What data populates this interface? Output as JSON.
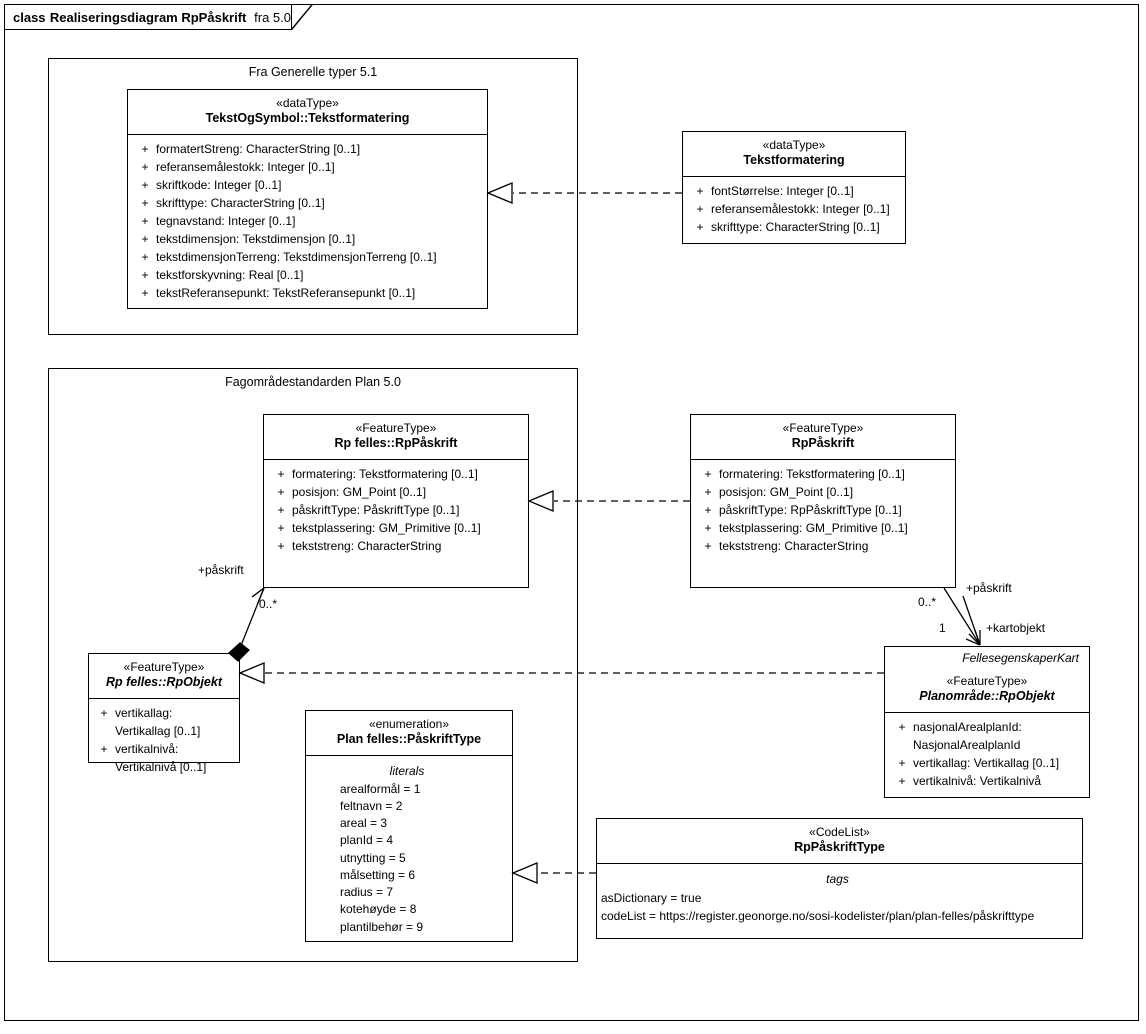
{
  "frame": {
    "prefix": "class",
    "title": "Realiseringsdiagram RpPåskrift",
    "version": "fra 5.0"
  },
  "packages": [
    {
      "name": "package-generelle-typer",
      "label": "Fra Generelle typer 5.1"
    },
    {
      "name": "package-fagomradestandarden",
      "label": "Fagområdestandarden Plan 5.0"
    }
  ],
  "classes": {
    "tekstogsymbol_tekstformatering": {
      "stereotype": "«dataType»",
      "name": "TekstOgSymbol::Tekstformatering",
      "attributes": [
        {
          "vis": "+",
          "text": "formatertStreng: CharacterString [0..1]"
        },
        {
          "vis": "+",
          "text": "referansemålestokk: Integer [0..1]"
        },
        {
          "vis": "+",
          "text": "skriftkode: Integer [0..1]"
        },
        {
          "vis": "+",
          "text": "skrifttype: CharacterString [0..1]"
        },
        {
          "vis": "+",
          "text": "tegnavstand: Integer [0..1]"
        },
        {
          "vis": "+",
          "text": "tekstdimensjon: Tekstdimensjon [0..1]"
        },
        {
          "vis": "+",
          "text": "tekstdimensjonTerreng: TekstdimensjonTerreng [0..1]"
        },
        {
          "vis": "+",
          "text": "tekstforskyvning: Real [0..1]"
        },
        {
          "vis": "+",
          "text": "tekstReferansepunkt: TekstReferansepunkt [0..1]"
        }
      ]
    },
    "tekstformatering": {
      "stereotype": "«dataType»",
      "name": "Tekstformatering",
      "attributes": [
        {
          "vis": "+",
          "text": "fontStørrelse: Integer [0..1]"
        },
        {
          "vis": "+",
          "text": "referansemålestokk: Integer [0..1]"
        },
        {
          "vis": "+",
          "text": "skrifttype: CharacterString [0..1]"
        }
      ]
    },
    "rp_felles_rppaskrift": {
      "stereotype": "«FeatureType»",
      "name": "Rp felles::RpPåskrift",
      "attributes": [
        {
          "vis": "+",
          "text": "formatering: Tekstformatering [0..1]"
        },
        {
          "vis": "+",
          "text": "posisjon: GM_Point [0..1]"
        },
        {
          "vis": "+",
          "text": "påskriftType: PåskriftType [0..1]"
        },
        {
          "vis": "+",
          "text": "tekstplassering: GM_Primitive [0..1]"
        },
        {
          "vis": "+",
          "text": "tekststreng: CharacterString"
        }
      ]
    },
    "rppaskrift": {
      "stereotype": "«FeatureType»",
      "name": "RpPåskrift",
      "attributes": [
        {
          "vis": "+",
          "text": "formatering: Tekstformatering [0..1]"
        },
        {
          "vis": "+",
          "text": "posisjon: GM_Point [0..1]"
        },
        {
          "vis": "+",
          "text": "påskriftType: RpPåskriftType [0..1]"
        },
        {
          "vis": "+",
          "text": "tekstplassering: GM_Primitive [0..1]"
        },
        {
          "vis": "+",
          "text": "tekststreng: CharacterString"
        }
      ]
    },
    "rp_felles_rpobjekt": {
      "stereotype": "«FeatureType»",
      "name": "Rp felles::RpObjekt",
      "attributes": [
        {
          "vis": "+",
          "text": "vertikallag:"
        },
        {
          "vis": "",
          "text": "Vertikallag [0..1]"
        },
        {
          "vis": "+",
          "text": "vertikalnivå:"
        },
        {
          "vis": "",
          "text": "Vertikalnivå [0..1]"
        }
      ]
    },
    "plan_felles_paskrifttype": {
      "stereotype": "«enumeration»",
      "name": "Plan felles::PåskriftType",
      "section": "literals",
      "literals": [
        "arealformål = 1",
        "feltnavn = 2",
        "areal = 3",
        "planId = 4",
        "utnytting = 5",
        "målsetting = 6",
        "radius = 7",
        "kotehøyde = 8",
        "plantilbehør = 9"
      ]
    },
    "planomrade_rpobjekt": {
      "tag": "FellesegenskaperKart",
      "stereotype": "«FeatureType»",
      "name": "Planområde::RpObjekt",
      "attributes": [
        {
          "vis": "+",
          "text": "nasjonalArealplanId:"
        },
        {
          "vis": "",
          "text": "NasjonalArealplanId"
        },
        {
          "vis": "+",
          "text": "vertikallag: Vertikallag [0..1]"
        },
        {
          "vis": "+",
          "text": "vertikalnivå: Vertikalnivå"
        }
      ]
    },
    "rppaskrifttype_codelist": {
      "stereotype": "«CodeList»",
      "name": "RpPåskriftType",
      "section": "tags",
      "tags": [
        "asDictionary = true",
        "codeList = https://register.geonorge.no/sosi-kodelister/plan/plan-felles/påskrifttype"
      ]
    }
  },
  "connectors": {
    "composition_paskrift_role": "+påskrift",
    "composition_paskrift_mult": "0..*",
    "assoc_paskrift_role": "+påskrift",
    "assoc_paskrift_mult": "0..*",
    "assoc_kartobjekt_role": "+kartobjekt",
    "assoc_kartobjekt_mult": "1"
  }
}
